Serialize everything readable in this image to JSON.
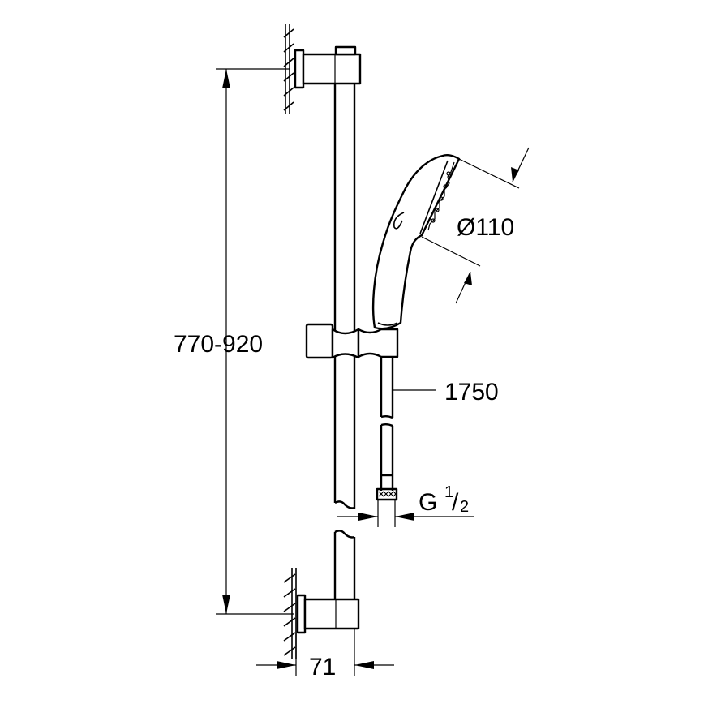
{
  "diagram": {
    "subject": "shower rail set with hand shower",
    "colors": {
      "line": "#000000",
      "background": "#ffffff"
    },
    "dimensions": {
      "rail_height_range": "770-920",
      "hand_shower_diameter": "Ø110",
      "hose_length": "1750",
      "connection_thread": {
        "prefix": "G",
        "numerator": "1",
        "slash": "/",
        "denominator": "2"
      },
      "wall_projection": "71"
    }
  }
}
